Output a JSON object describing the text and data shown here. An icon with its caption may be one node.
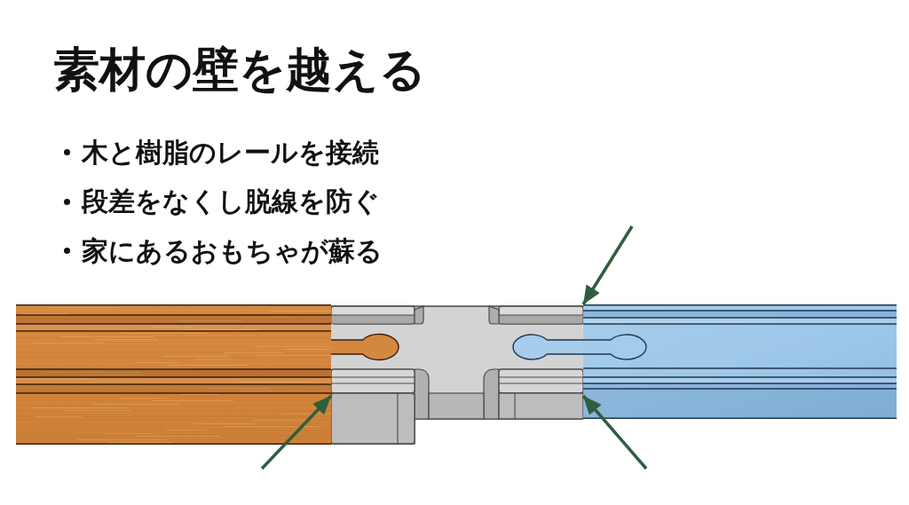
{
  "diagram": {
    "title": "素材の壁を越える",
    "nodes": [
      {
        "text": [],
        "shape": "picture"
      },
      {
        "text": [],
        "shape": "picture"
      },
      {
        "text": [],
        "shape": "picture"
      }
    ],
    "edges": [
      {
        "from": null,
        "to": 1,
        "arrow": "to"
      },
      {
        "from": null,
        "to": 1,
        "arrow": "to"
      },
      {
        "from": null,
        "to": 1,
        "arrow": "to"
      }
    ],
    "labels": [
      "木と樹脂のレールを接続",
      "段差をなくし脱線を防ぐ",
      "家にあるおもちゃが蘇る"
    ]
  }
}
